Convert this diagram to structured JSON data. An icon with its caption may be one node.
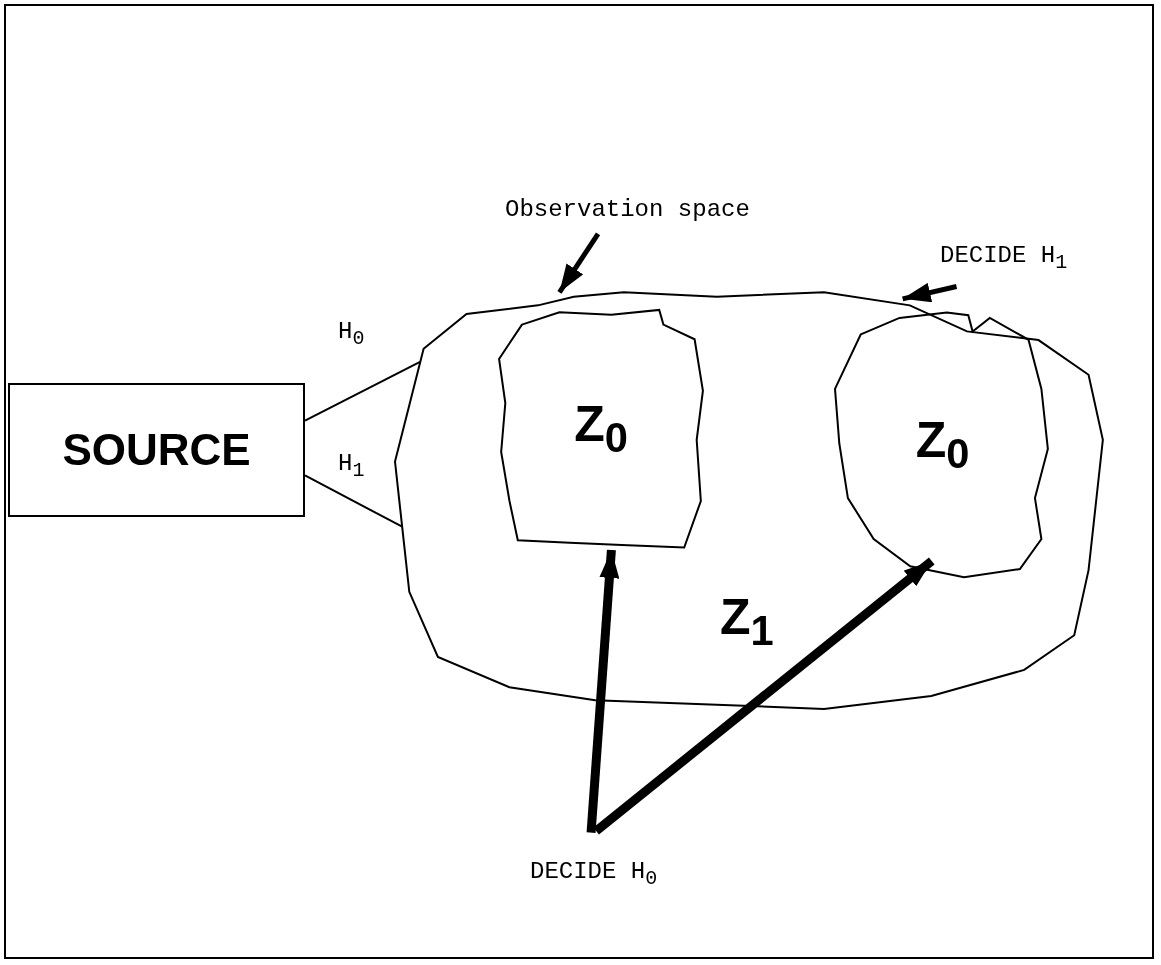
{
  "diagram": {
    "nodes": [
      {
        "text": [
          "SOURCE"
        ]
      },
      {
        "text": [
          "Z$_{1}$"
        ]
      },
      {
        "text": [
          "Z$_{0}$"
        ],
        "in": 1
      },
      {
        "text": [
          "Z$_{0}$"
        ],
        "in": 1
      },
      {
        "text": [
          "Observation space"
        ]
      },
      {
        "text": [
          "DECIDE H$_{1}$"
        ]
      },
      {
        "text": [
          "DECIDE H$_{0}$"
        ]
      }
    ],
    "edges": [
      {
        "from": 0,
        "to": 1,
        "arrow": "none",
        "label": "H$_{0}$"
      },
      {
        "from": 0,
        "to": 1,
        "arrow": "none",
        "label": "H$_{1}$"
      },
      {
        "from": 4,
        "to": 1,
        "arrow": "to"
      },
      {
        "from": 5,
        "to": 1,
        "arrow": "to"
      },
      {
        "from": 6,
        "to": 2,
        "arrow": "to",
        "style": "thick"
      },
      {
        "from": 6,
        "to": 3,
        "arrow": "to",
        "style": "thick"
      }
    ]
  }
}
